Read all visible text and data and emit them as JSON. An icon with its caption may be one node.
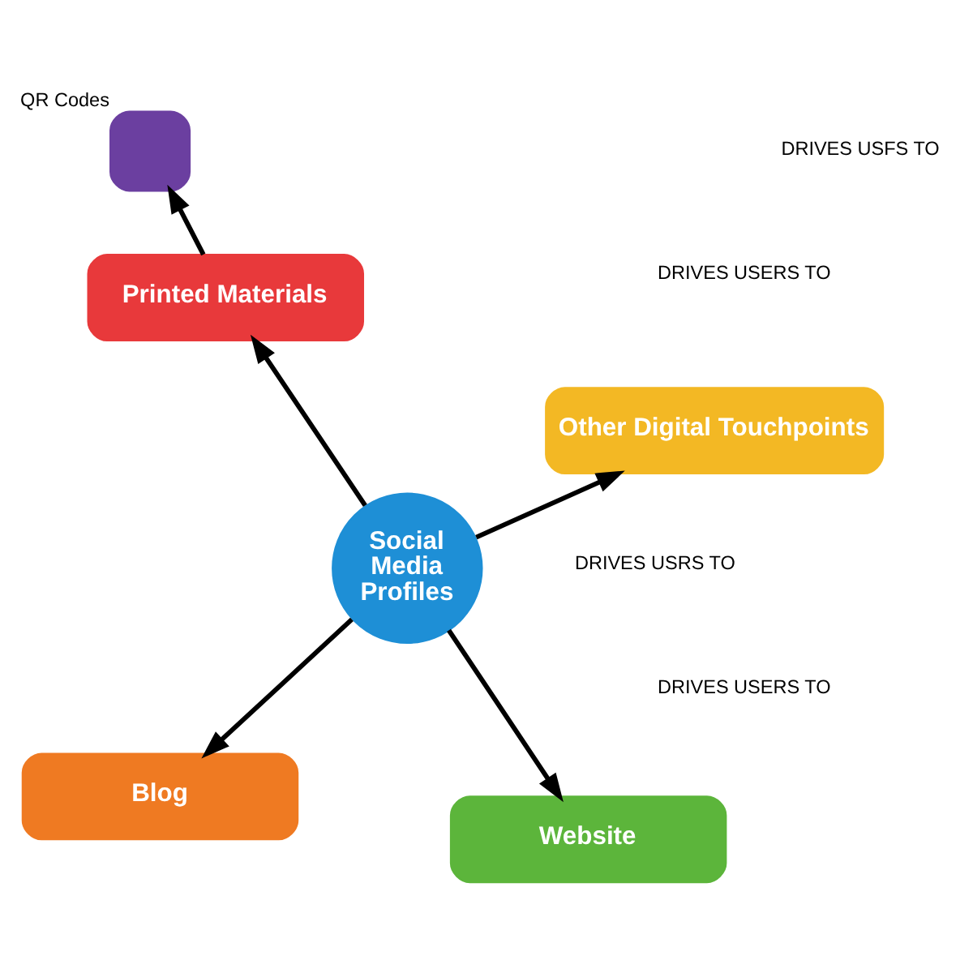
{
  "diagram": {
    "nodes": [
      {
        "text": [
          "Social Media Profiles"
        ]
      },
      {
        "text": [
          "Website"
        ]
      },
      {
        "text": [
          "Blog"
        ]
      },
      {
        "text": [
          "Printed Materials"
        ]
      },
      {
        "text": [
          "Other Digital Touchpoints"
        ]
      },
      {
        "text": [],
        "shape": "box",
        "beside": [
          "QR Codes"
        ]
      }
    ],
    "edges": [
      {
        "from": 0,
        "to": 1,
        "arrow": "to"
      },
      {
        "from": 0,
        "to": 2,
        "arrow": "to"
      },
      {
        "from": 0,
        "to": 3,
        "arrow": "to"
      },
      {
        "from": 0,
        "to": 4,
        "arrow": "to"
      },
      {
        "from": 3,
        "to": 5,
        "arrow": "to"
      }
    ],
    "labels": [
      "DRIVES USRS TO",
      "DRIVES USERS TO",
      "DRIVES USERS TO",
      "DRIVES USFS TO"
    ]
  }
}
